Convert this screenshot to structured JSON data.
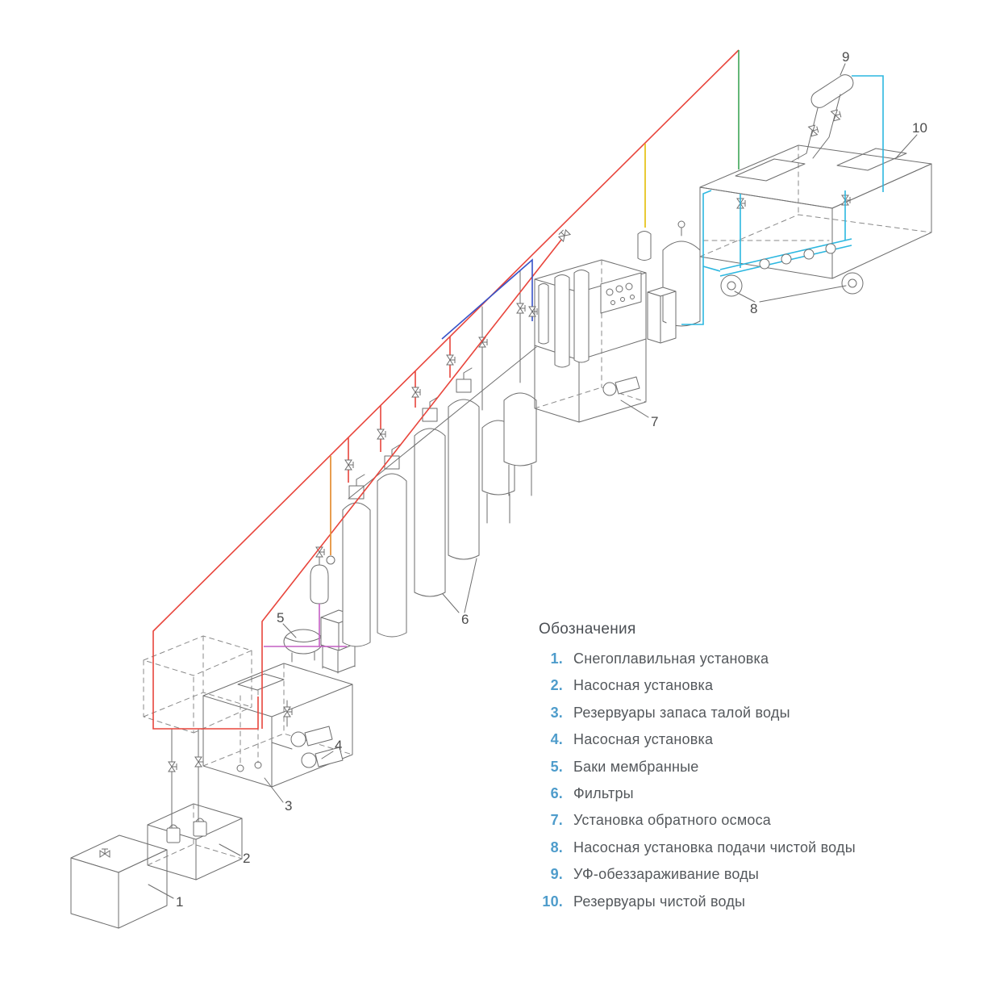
{
  "callouts": {
    "c1": "1",
    "c2": "2",
    "c3": "3",
    "c4": "4",
    "c5": "5",
    "c6": "6",
    "c7": "7",
    "c8": "8",
    "c9": "9",
    "c10": "10"
  },
  "legend": {
    "title": "Обозначения",
    "items": [
      {
        "num": "1.",
        "label": "Снегоплавильная установка"
      },
      {
        "num": "2.",
        "label": "Насосная установка"
      },
      {
        "num": "3.",
        "label": "Резервуары запаса талой воды"
      },
      {
        "num": "4.",
        "label": "Насосная установка"
      },
      {
        "num": "5.",
        "label": "Баки мембранные"
      },
      {
        "num": "6.",
        "label": "Фильтры"
      },
      {
        "num": "7.",
        "label": "Установка обратного осмоса"
      },
      {
        "num": "8.",
        "label": "Насосная установка подачи чистой воды"
      },
      {
        "num": "9.",
        "label": "УФ-обеззараживание воды"
      },
      {
        "num": "10.",
        "label": "Резервуары чистой воды"
      }
    ]
  },
  "colors": {
    "pipe_raw_water": "#e8453c",
    "pipe_source": "#3da556",
    "pipe_clean_water": "#2cb7e0",
    "pipe_permeate": "#3853c8",
    "pipe_dosing": "#e7c51f",
    "pipe_drain": "#e6933c",
    "pipe_membrane": "#c45ec4",
    "linework": "#6e6e6e",
    "legend_accent": "#4e9ccb",
    "legend_text": "#54585c"
  }
}
